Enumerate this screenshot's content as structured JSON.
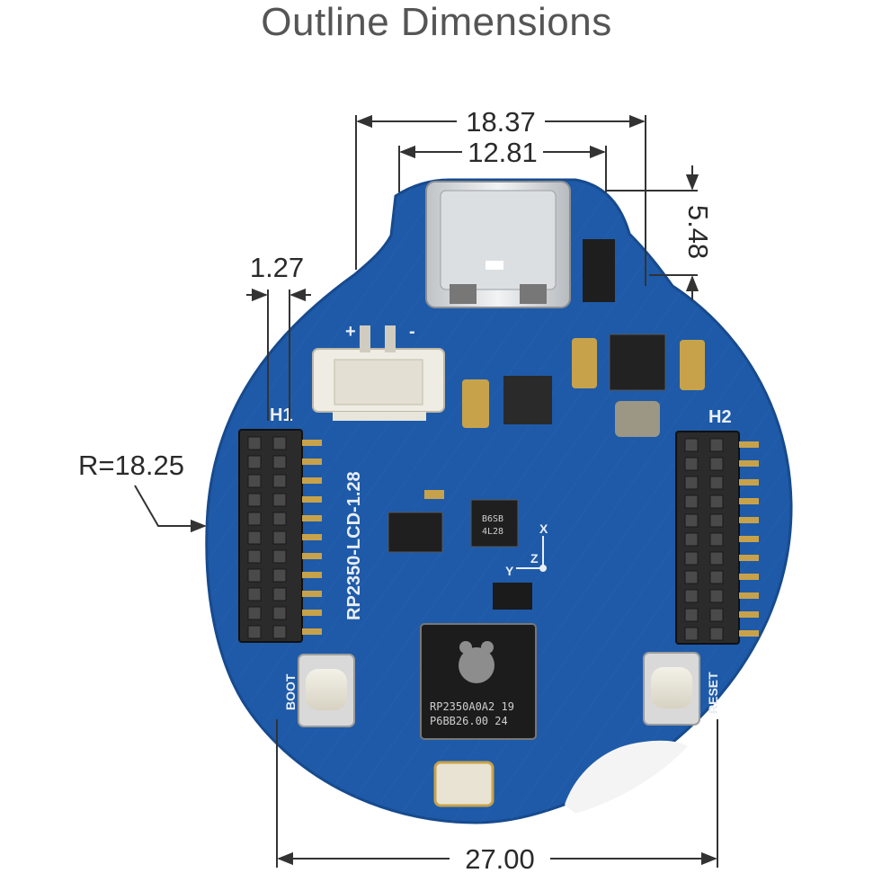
{
  "title": "Outline Dimensions",
  "dimensions": {
    "overall_top_width": "18.37",
    "usb_width": "12.81",
    "usb_protrusion": "5.48",
    "header_pitch": "1.27",
    "radius": "R=18.25",
    "board_width": "27.00"
  },
  "board": {
    "model_label": "RP2350-LCD-1.28",
    "header_left": "H1",
    "header_right": "H2",
    "button_left": "BOOT",
    "button_right": "RESET",
    "battery_plus": "+",
    "battery_minus": "-",
    "chip_line1": "RP2350A0A2  19",
    "chip_line2": "P6BB26.00   24",
    "imu_line1": "B6SB",
    "imu_line2": "4L28",
    "axis_x": "X",
    "axis_y": "Y",
    "axis_z": "Z"
  },
  "colors": {
    "pcb": "#1e5aa8",
    "pcb_dark": "#174a8e",
    "trace": "#2f6ec0",
    "pad_gold": "#c8a24a",
    "dimension_line": "#333333",
    "title": "#555555"
  }
}
